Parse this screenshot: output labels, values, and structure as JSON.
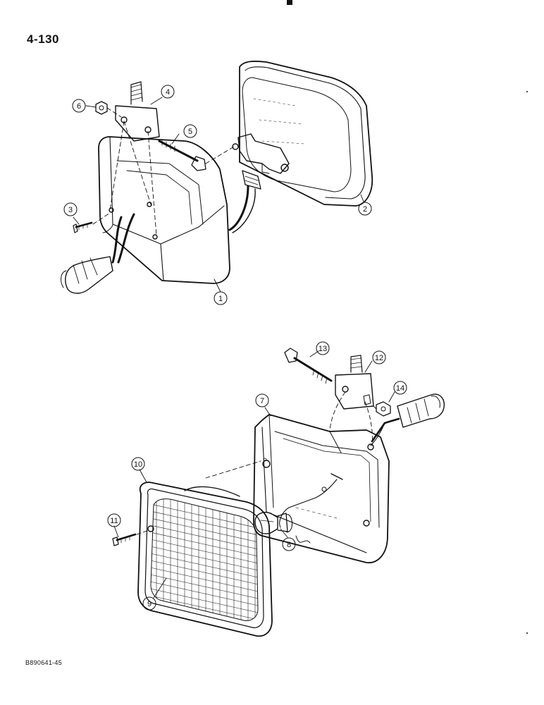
{
  "page": {
    "number": "4-130",
    "figure_code": "B890641-45"
  },
  "callouts": [
    {
      "id": "callout-1",
      "label": "1"
    },
    {
      "id": "callout-2",
      "label": "2"
    },
    {
      "id": "callout-3",
      "label": "3"
    },
    {
      "id": "callout-4",
      "label": "4"
    },
    {
      "id": "callout-5",
      "label": "5"
    },
    {
      "id": "callout-6",
      "label": "6"
    },
    {
      "id": "callout-7",
      "label": "7"
    },
    {
      "id": "callout-8",
      "label": "8"
    },
    {
      "id": "callout-9",
      "label": "9"
    },
    {
      "id": "callout-10",
      "label": "10"
    },
    {
      "id": "callout-11",
      "label": "11"
    },
    {
      "id": "callout-12",
      "label": "12"
    },
    {
      "id": "callout-13",
      "label": "13"
    },
    {
      "id": "callout-14",
      "label": "14"
    }
  ]
}
